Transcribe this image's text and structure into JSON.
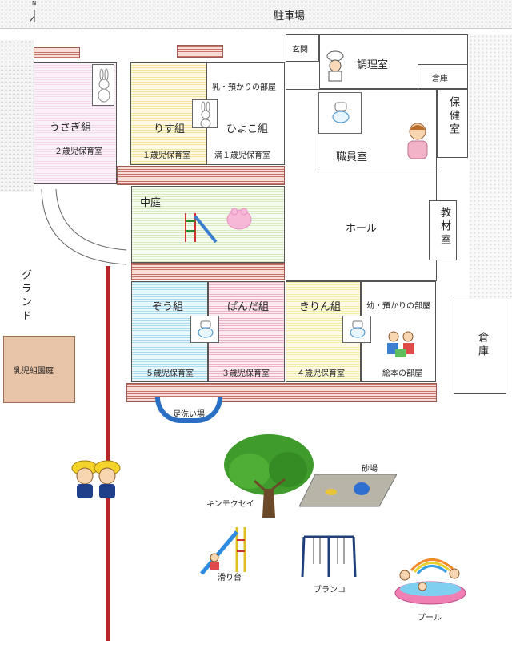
{
  "compass": {
    "label": "N"
  },
  "parking": "駐車場",
  "rooms": {
    "usagi": {
      "name": "うさぎ組",
      "sub": "２歳児保育室"
    },
    "risu": {
      "name": "りす組",
      "sub": "１歳児保育室"
    },
    "hiyoko": {
      "top": "乳・預かりの部屋",
      "name": "ひよこ組",
      "sub": "満１歳児保育室"
    },
    "genkan": "玄関",
    "chouri": "調理室",
    "souko_top": "倉庫",
    "hoken": "保健室",
    "shokuin": "職員室",
    "nakaniwa": "中庭",
    "hall": "ホール",
    "kyozai": "教材室",
    "zou": {
      "name": "ぞう組",
      "sub": "５歳児保育室"
    },
    "panda": {
      "name": "ぱんだ組",
      "sub": "３歳児保育室"
    },
    "kirin": {
      "name": "きりん組",
      "sub": "４歳児保育室"
    },
    "youji": {
      "top": "幼・預かりの部屋",
      "sub": "絵本の部屋"
    },
    "souko_right": "倉庫",
    "nyuji_garden": "乳児組園庭",
    "ashiarai": "足洗い場"
  },
  "ground": "グランド",
  "outdoor": {
    "tree": "キンモクセイ",
    "sandbox": "砂場",
    "slide": "滑り台",
    "swing": "ブランコ",
    "pool": "プール"
  },
  "colors": {
    "path_red": "#b5262c",
    "nyuji_bg": "#e8c4a8",
    "tree_green": "#3f9b2b",
    "trunk": "#6b4a2a",
    "sand": "#b9b4a8",
    "swing_blue": "#1e3f7a",
    "pool_pink": "#f07fb4",
    "ashiarai_blue": "#2a6fc4"
  }
}
